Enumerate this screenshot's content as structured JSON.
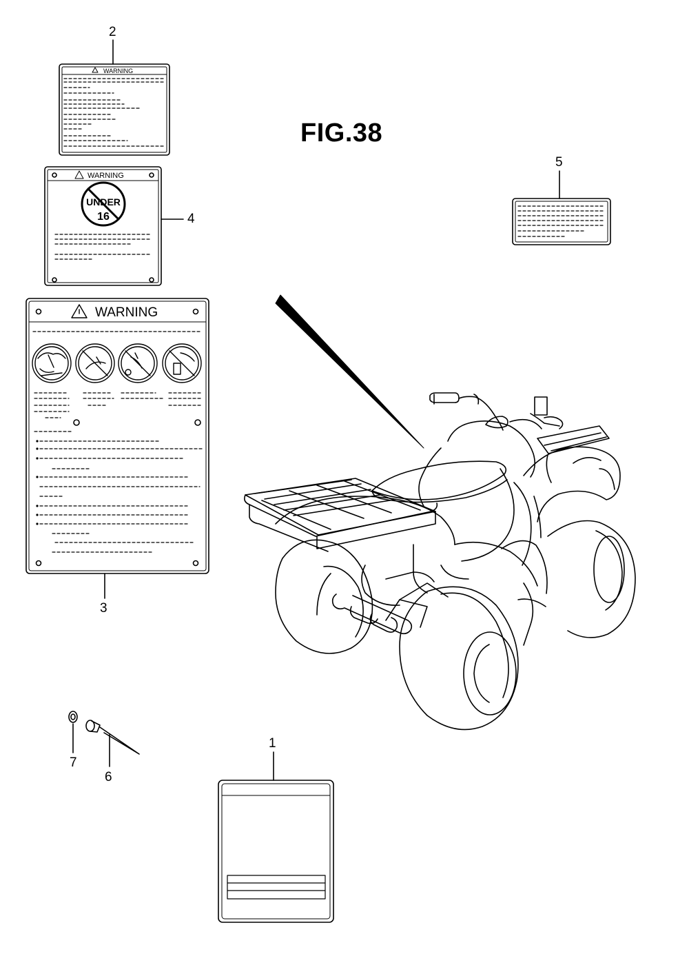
{
  "figure": {
    "title": "FIG.38"
  },
  "labels": {
    "label_2": {
      "number": "2",
      "heading": "WARNING"
    },
    "label_4": {
      "number": "4",
      "heading": "WARNING",
      "badge_line1": "UNDER",
      "badge_line2": "16"
    },
    "label_3": {
      "number": "3",
      "heading": "WARNING"
    },
    "label_5": {
      "number": "5"
    },
    "label_1": {
      "number": "1"
    }
  },
  "hardware": {
    "rivet": {
      "number": "6"
    },
    "washer": {
      "number": "7"
    }
  },
  "colors": {
    "line": "#000000",
    "background": "#ffffff"
  }
}
